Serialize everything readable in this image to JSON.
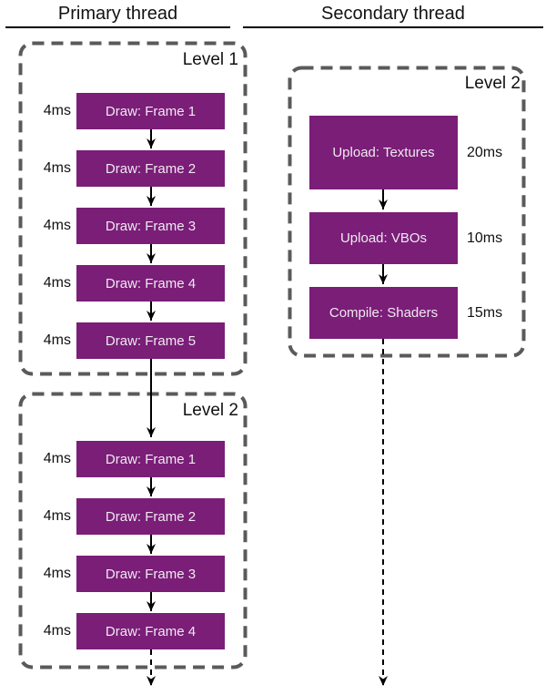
{
  "colors": {
    "box": "#7A1E78",
    "box_text": "#F0E9F0",
    "dashed_border": "#5A5A5A",
    "line": "#000000",
    "text": "#111111",
    "bg": "#FFFFFF"
  },
  "primary": {
    "title": "Primary thread",
    "groups": [
      {
        "label": "Level 1",
        "rows": [
          {
            "duration": "4ms",
            "label": "Draw: Frame 1"
          },
          {
            "duration": "4ms",
            "label": "Draw: Frame 2"
          },
          {
            "duration": "4ms",
            "label": "Draw: Frame 3"
          },
          {
            "duration": "4ms",
            "label": "Draw: Frame 4"
          },
          {
            "duration": "4ms",
            "label": "Draw: Frame 5"
          }
        ]
      },
      {
        "label": "Level 2",
        "rows": [
          {
            "duration": "4ms",
            "label": "Draw: Frame 1"
          },
          {
            "duration": "4ms",
            "label": "Draw: Frame 2"
          },
          {
            "duration": "4ms",
            "label": "Draw: Frame 3"
          },
          {
            "duration": "4ms",
            "label": "Draw: Frame 4"
          }
        ]
      }
    ]
  },
  "secondary": {
    "title": "Secondary thread",
    "groups": [
      {
        "label": "Level 2",
        "rows": [
          {
            "label": "Upload: Textures",
            "duration": "20ms"
          },
          {
            "label": "Upload: VBOs",
            "duration": "10ms"
          },
          {
            "label": "Compile: Shaders",
            "duration": "15ms"
          }
        ]
      }
    ]
  }
}
